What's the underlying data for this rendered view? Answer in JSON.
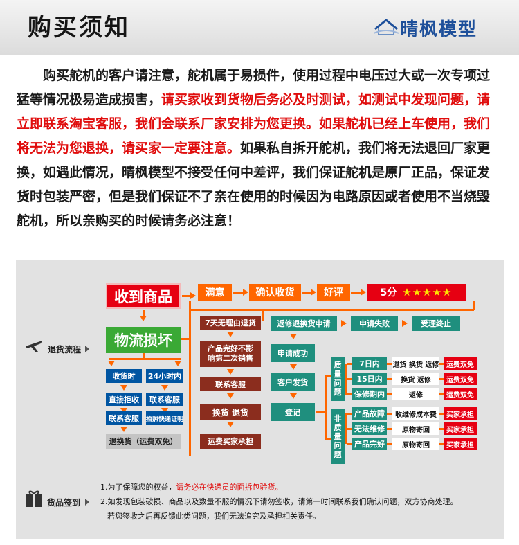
{
  "header": {
    "title": "购买须知",
    "brand": "晴枫模型"
  },
  "notice": {
    "p1": "购买舵机的客户请注意，舵机属于易损件，使用过程中电压过大或一次专项过猛等情况极易造成损害，",
    "p2_red": "请买家收到货物后务必及时测试，如测试中发现问题，请立即联系淘宝客服，我们会联系厂家安排为您更换。如果舵机已经上车使用，我们将无法为您退换，请买家一定要注意。",
    "p3": "如果私自拆开舵机，我们将无法退回厂家更换，如遇此情况，晴枫模型不接受任何中差评，我们保证舵机是原厂正品，保证发货时包装严密，但是我们保证不了亲在使用的时候因为电路原因或者使用不当烧毁舵机，所以亲购买的时候请务必注意！"
  },
  "flow": {
    "side_label": "退货流程",
    "received": "收到商品",
    "satisfied": "满意",
    "confirm": "确认收货",
    "good_review": "好评",
    "five_points": "5分",
    "stars": "★★★★★",
    "damaged": "物流损坏",
    "on_receive": "收货时",
    "within_24h": "24小时内",
    "direct_reject": "直接拒收",
    "contact_cs_1": "联系客服",
    "contact_cs_2": "联系客服",
    "photo_proof": "拍照快递证明",
    "return_exchange": "退换货（运费双免）",
    "seven_day": "7天无理由退货",
    "intact": "产品完好不影响第二次销售",
    "contact_cs_3": "联系客服",
    "exchange_return": "换货 退货",
    "buyer_pays": "运费买家承担",
    "repair_apply": "返修退换货申请",
    "apply_fail": "申请失败",
    "process_end": "受理终止",
    "apply_ok": "申请成功",
    "customer_ship": "客户发货",
    "register": "登记",
    "quality_issue": "质量问题",
    "non_quality_issue": "非质量问题",
    "rows": [
      {
        "period": "7日内",
        "action": "退货 换货 返修",
        "cost": "运费双免"
      },
      {
        "period": "15日内",
        "action": "换货 返修",
        "cost": "运费双免"
      },
      {
        "period": "保修期内",
        "action": "返修",
        "cost": "运费双免"
      },
      {
        "period": "产品故障",
        "action": "收维修成本费",
        "cost": "买家承担"
      },
      {
        "period": "无法维修",
        "action": "原物寄回",
        "cost": "买家承担"
      },
      {
        "period": "产品完好",
        "action": "原物寄回",
        "cost": "买家承担"
      }
    ]
  },
  "sign": {
    "label": "货品签到",
    "line1_a": "1.为了保障您的权益，",
    "line1_red": "请务必在快递员的面拆包验货。",
    "line2": "2.如发现包装破损、商品以及数量不服的情况下请勿签收，请第一时间联系我们确认问题，双方协商处理。",
    "line3": "若您签收之后再反馈此类问题，我们无法追究及承担相关责任。"
  }
}
